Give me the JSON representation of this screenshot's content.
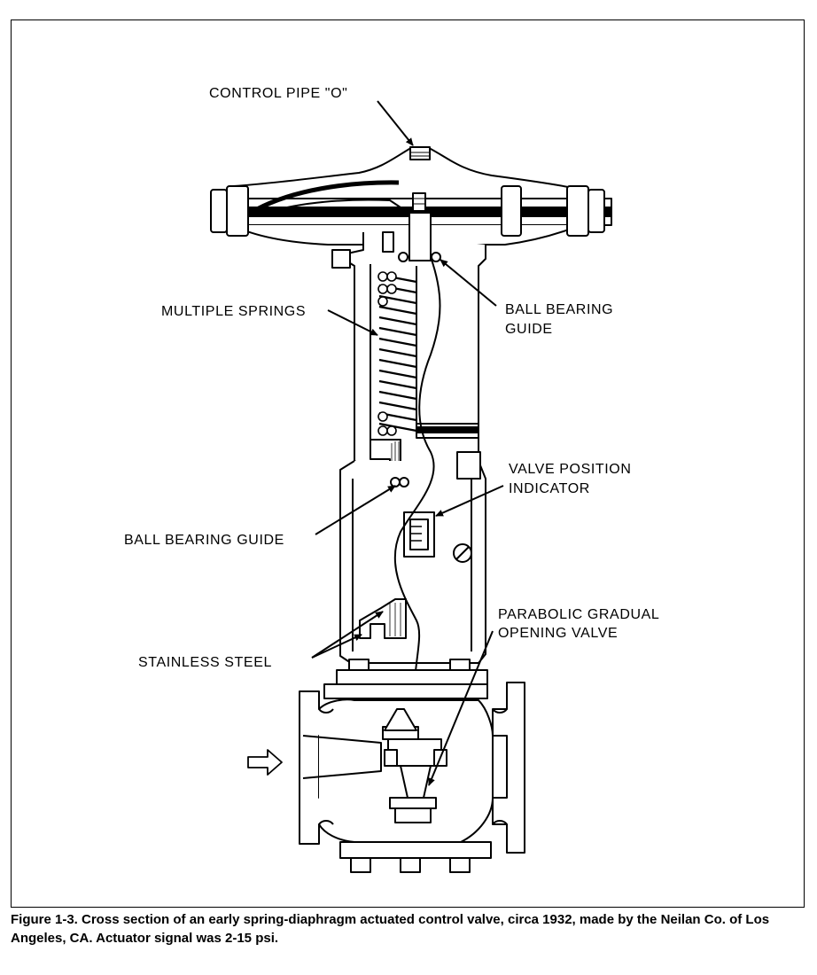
{
  "labels": {
    "control_pipe": "CONTROL PIPE \"O\"",
    "multiple_springs": "MULTIPLE SPRINGS",
    "ball_bearing_guide_top_1": "BALL BEARING",
    "ball_bearing_guide_top_2": "GUIDE",
    "valve_position_1": "VALVE POSITION",
    "valve_position_2": "INDICATOR",
    "ball_bearing_guide_lower": "BALL BEARING GUIDE",
    "parabolic_1": "PARABOLIC GRADUAL",
    "parabolic_2": "OPENING VALVE",
    "stainless_steel": "STAINLESS STEEL"
  },
  "caption": "Figure 1-3. Cross section of an early spring-diaphragm actuated control valve, circa 1932, made by the Neilan Co. of Los Angeles, CA. Actuator signal was 2-15 psi."
}
